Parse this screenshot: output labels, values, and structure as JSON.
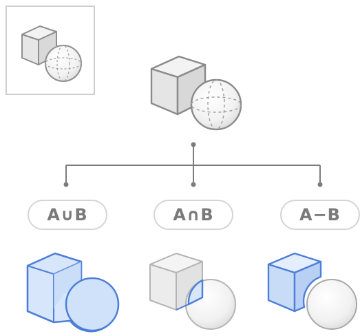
{
  "operations": [
    {
      "label": "A∪B",
      "icon": "union-icon"
    },
    {
      "label": "A∩B",
      "icon": "intersection-icon"
    },
    {
      "label": "A−B",
      "icon": "difference-icon"
    }
  ],
  "colors": {
    "accent_fill": "#d7e6fa",
    "accent_stroke": "#4d7fd8",
    "neutral_fill": "#eeeeee",
    "neutral_stroke": "#9a9a9a",
    "connector": "#7c7c7c"
  },
  "icons": [
    "cube-sphere-thumbnail-icon",
    "cube-sphere-icon",
    "union-icon",
    "intersection-icon",
    "difference-icon"
  ]
}
